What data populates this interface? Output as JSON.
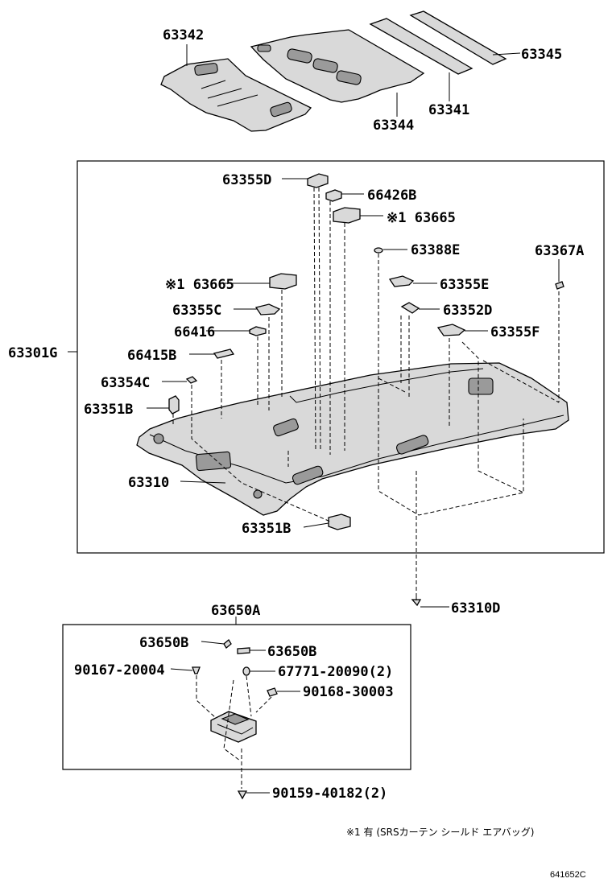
{
  "labels": {
    "p63342": "63342",
    "p63345": "63345",
    "p63341": "63341",
    "p63344": "63344",
    "p63355D": "63355D",
    "p66426B": "66426B",
    "p63665a": "※1 63665",
    "p63388E": "63388E",
    "p63367A": "63367A",
    "p63665b": "※1 63665",
    "p63355E": "63355E",
    "p63355C": "63355C",
    "p63352D": "63352D",
    "p66416": "66416",
    "p63355F": "63355F",
    "p63301G": "63301G",
    "p66415B": "66415B",
    "p63354C": "63354C",
    "p63351B_top": "63351B",
    "p63310": "63310",
    "p63351B_bot": "63351B",
    "p63310D": "63310D",
    "p63650A": "63650A",
    "p63650B_l": "63650B",
    "p63650B_r": "63650B",
    "p90167": "90167-20004",
    "p67771": "67771-20090(2)",
    "p90168": "90168-30003",
    "p90159": "90159-40182(2)"
  },
  "footnote": "※1 有 (SRSカーテン シールド エアバッグ)",
  "drawing_code": "641652C"
}
